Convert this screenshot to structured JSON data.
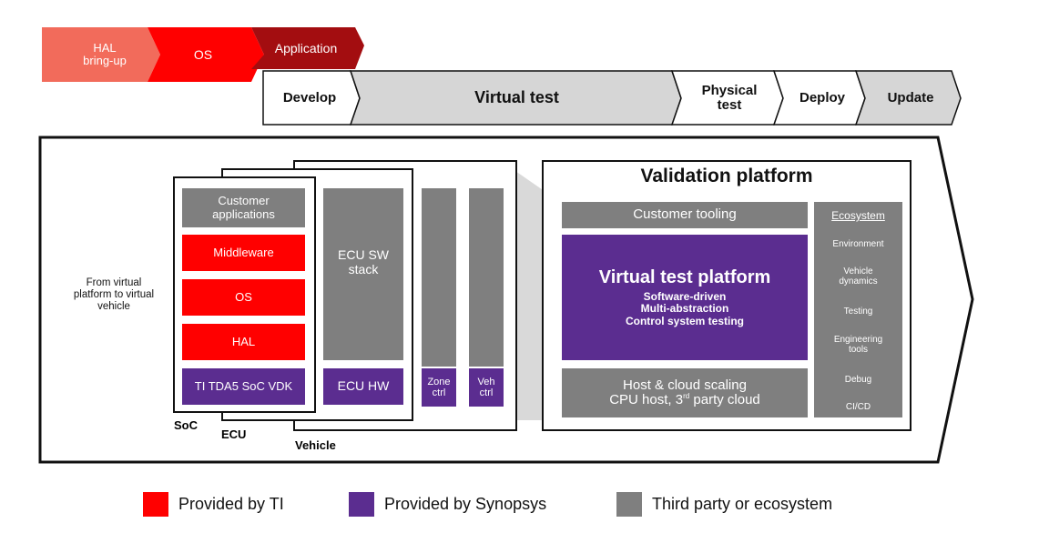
{
  "phases_top": [
    {
      "label_lines": [
        "HAL",
        "bring-up"
      ],
      "color": "#f26b5b"
    },
    {
      "label_lines": [
        "OS"
      ],
      "color": "#ff0000"
    },
    {
      "label_lines": [
        "Application"
      ],
      "color": "#a30d10"
    }
  ],
  "phases_bottom": [
    {
      "label_lines": [
        "Develop"
      ]
    },
    {
      "label_lines": [
        "Virtual test"
      ]
    },
    {
      "label_lines": [
        "Physical",
        "test"
      ]
    },
    {
      "label_lines": [
        "Deploy"
      ]
    },
    {
      "label_lines": [
        "Update"
      ]
    }
  ],
  "left_caption_lines": [
    "From virtual",
    "platform to virtual",
    "vehicle"
  ],
  "stack": {
    "customer_apps_lines": [
      "Customer",
      "applications"
    ],
    "middleware": "Middleware",
    "os": "OS",
    "hal": "HAL",
    "vdk": "TI TDA5 SoC VDK",
    "ecu_sw_lines": [
      "ECU SW",
      "stack"
    ],
    "ecu_hw": "ECU HW",
    "zone_lines": [
      "Zone",
      "ctrl"
    ],
    "veh_lines": [
      "Veh",
      "ctrl"
    ],
    "soc_label": "SoC",
    "ecu_label": "ECU",
    "vehicle_label": "Vehicle"
  },
  "validation": {
    "title": "Validation platform",
    "customer_tooling": "Customer tooling",
    "vtp_title": "Virtual test platform",
    "vtp_lines": [
      "Software-driven",
      "Multi-abstraction",
      "Control system testing"
    ],
    "host_line1": "Host & cloud scaling",
    "host_line2_pre": "CPU host, 3",
    "host_line2_sup": "rd",
    "host_line2_post": " party cloud",
    "ecosystem": {
      "title": "Ecosystem",
      "items": [
        [
          "Environment"
        ],
        [
          "Vehicle",
          "dynamics"
        ],
        [
          "Testing"
        ],
        [
          "Engineering",
          "tools"
        ],
        [
          "Debug"
        ],
        [
          "CI/CD"
        ]
      ]
    }
  },
  "legend": [
    {
      "label": "Provided by TI",
      "color": "#ff0000"
    },
    {
      "label": "Provided by Synopsys",
      "color": "#5b2d90"
    },
    {
      "label": "Third party or ecosystem",
      "color": "#7f7f7f"
    }
  ]
}
